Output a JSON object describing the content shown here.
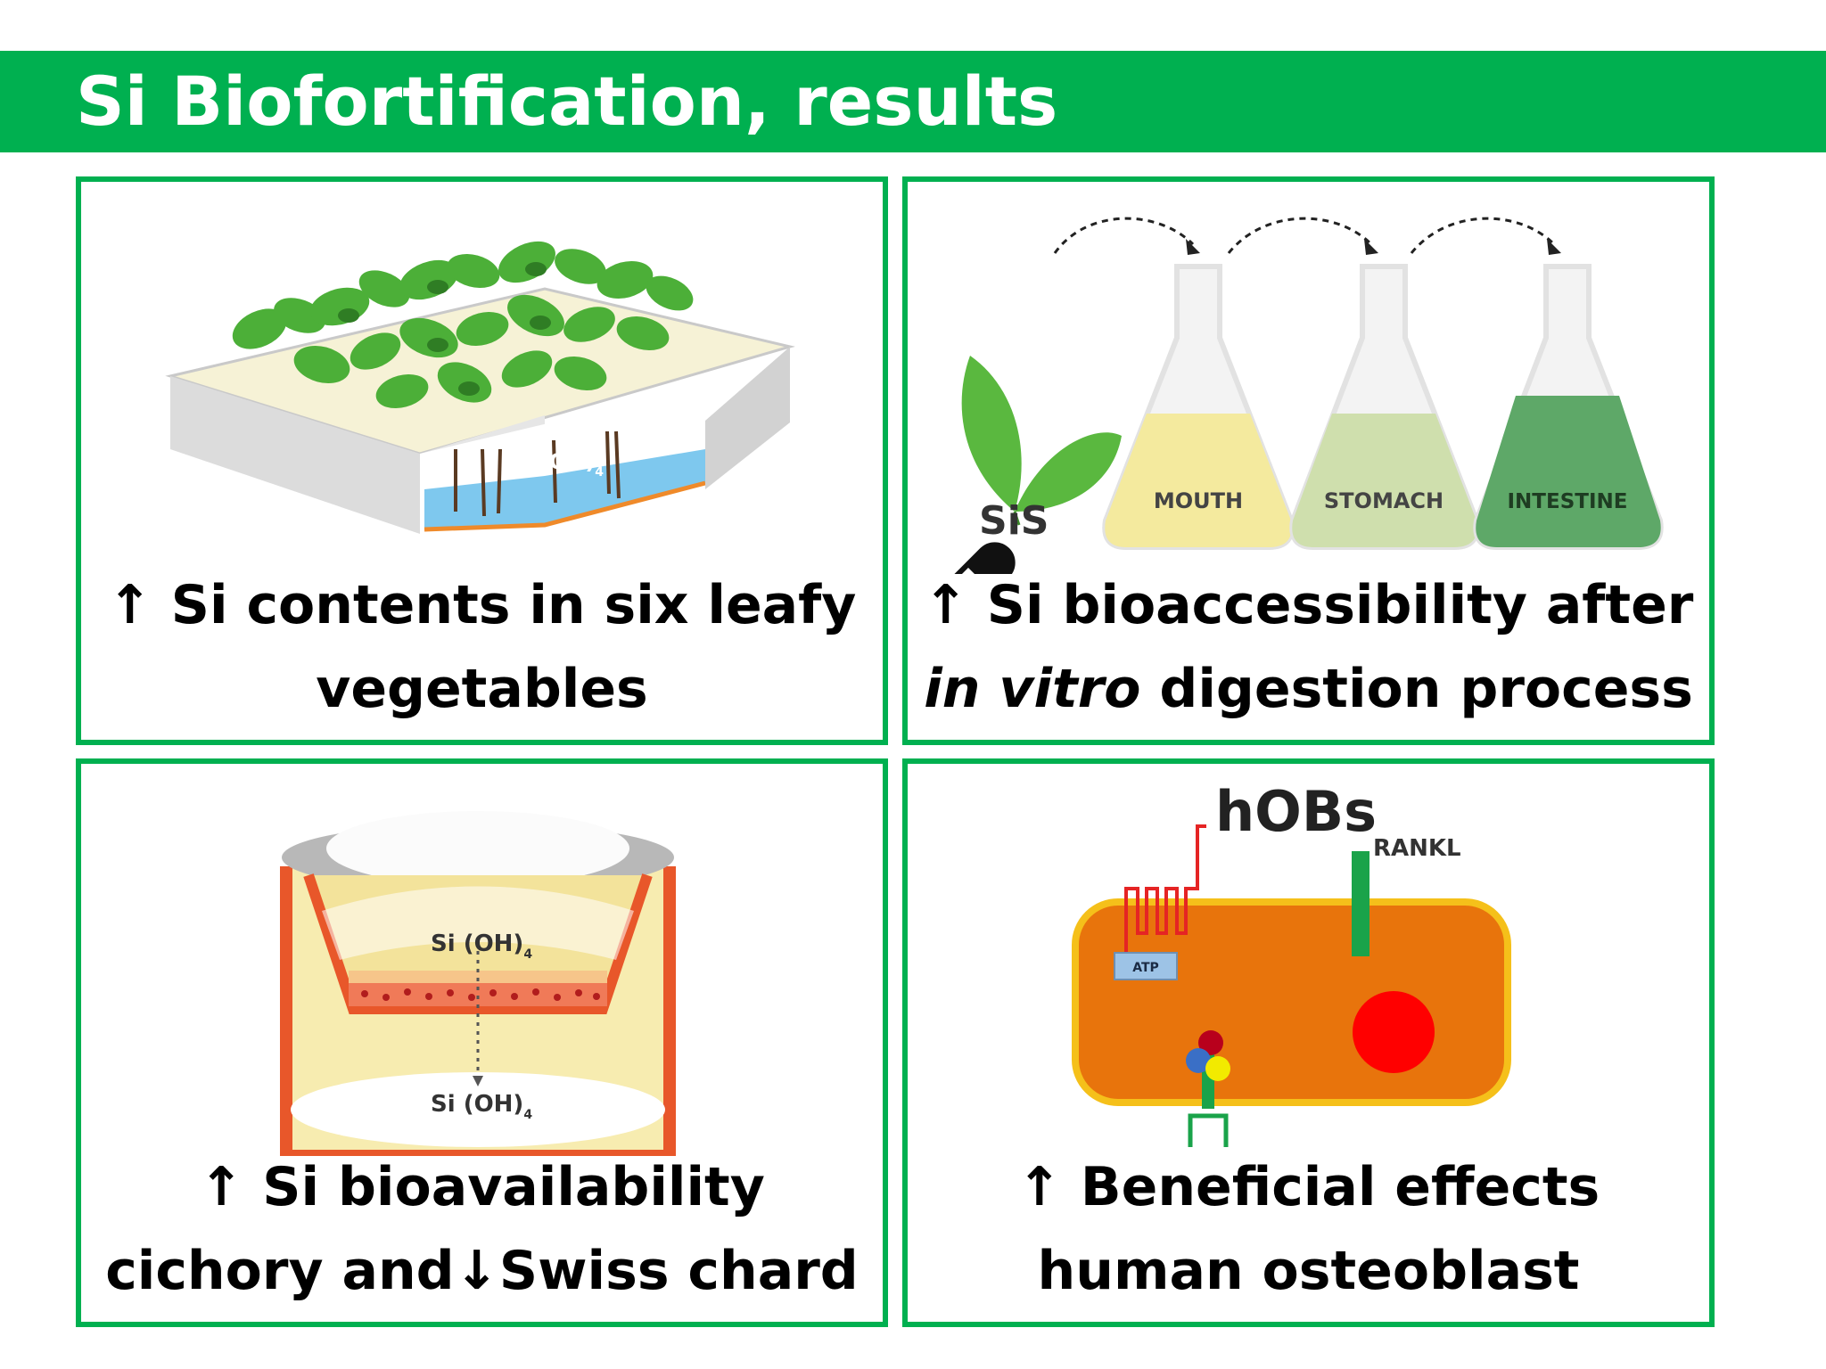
{
  "title": "Si Biofortification, results",
  "colors": {
    "accent_green": "#00b050",
    "leaf_green": "#4caf38",
    "water_blue": "#7ec8ee",
    "cell_orange": "#e8740c",
    "membrane_red": "#e44a1c"
  },
  "panels": [
    {
      "id": "hydroponics",
      "illustration_labels": {
        "solution": "Si (OH)",
        "solution_sub": "4"
      },
      "caption": {
        "arrow": "↑",
        "line1": " Si contents in six leafy",
        "line2": "vegetables"
      }
    },
    {
      "id": "digestion",
      "illustration_labels": {
        "supplement": "SiS",
        "flasks": [
          "MOUTH",
          "STOMACH",
          "INTESTINE"
        ]
      },
      "caption": {
        "arrow": "↑",
        "line1": " Si bioaccessibility after",
        "line2_italic": "in vitro",
        "line2_rest": " digestion process"
      }
    },
    {
      "id": "transwell",
      "illustration_labels": {
        "top": "Si (OH)",
        "top_sub": "4",
        "bottom": "Si (OH)",
        "bottom_sub": "4"
      },
      "caption": {
        "arrow": "↑",
        "line1": " Si bioavailability",
        "line2_a": "cichory and",
        "arrow_down": "↓",
        "line2_b": "Swiss chard"
      }
    },
    {
      "id": "osteoblast",
      "illustration_labels": {
        "cell": "hOBs",
        "rankl": "RANKL",
        "atp": "ATP"
      },
      "caption": {
        "arrow": "↑",
        "line1": " Beneficial effects",
        "line2": "human osteoblast"
      }
    }
  ]
}
